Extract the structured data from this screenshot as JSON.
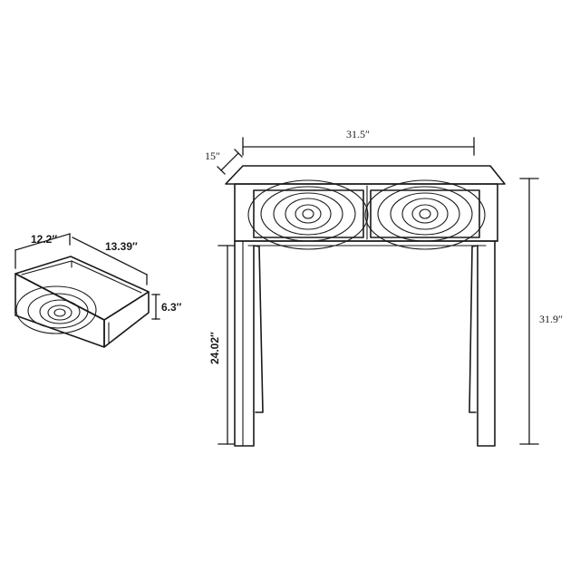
{
  "drawer": {
    "depth_label": "12.2″",
    "width_label": "13.39″",
    "height_label": "6.3″"
  },
  "table": {
    "top_depth_label": "15″",
    "top_width_label": "31.5″",
    "total_height_label": "31.9″",
    "leg_height_label": "24.02″"
  }
}
